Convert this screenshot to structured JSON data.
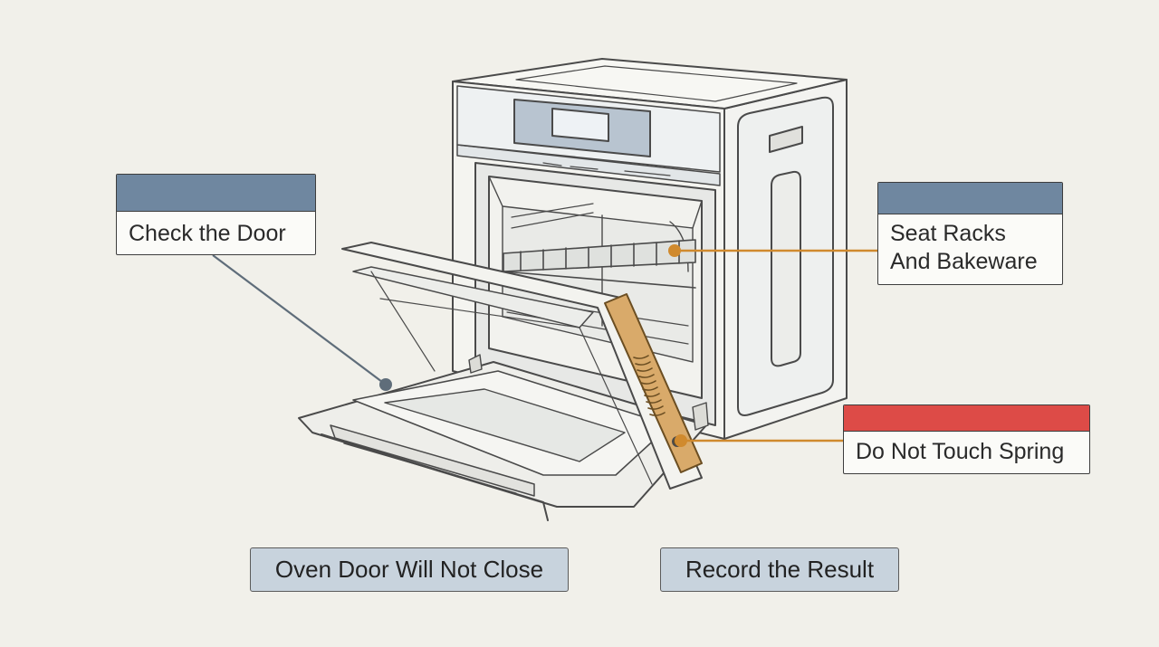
{
  "callouts": {
    "check_door": {
      "label": "Check the Door",
      "band_color": "#6f87a0"
    },
    "seat_racks": {
      "label": "Seat Racks\nAnd Bakeware",
      "band_color": "#6f87a0"
    },
    "spring": {
      "label": "Do Not Touch Spring",
      "band_color": "#dd4b47"
    }
  },
  "buttons": {
    "door_close": "Oven Door Will Not Close",
    "record": "Record the Result"
  },
  "colors": {
    "leader_gray": "#5f6d7a",
    "leader_orange": "#d08a2e",
    "hinge": "#d9aa6a",
    "pill": "#c8d3dd"
  }
}
